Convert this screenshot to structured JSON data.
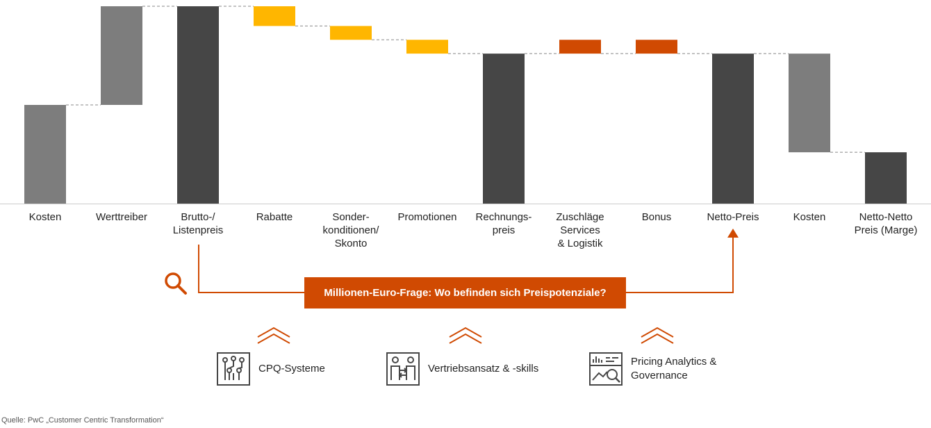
{
  "chart_data": {
    "type": "waterfall",
    "categories": [
      "Kosten",
      "Werttreiber",
      "Brutto-/\nListenpreis",
      "Rabatte",
      "Sonder-\nkonditionen/\nSkonto",
      "Promotionen",
      "Rechnungs-\npreis",
      "Zuschläge\nServices\n& Logistik",
      "Bonus",
      "Netto-Preis",
      "Kosten",
      "Netto-Netto\nPreis (Marge)"
    ],
    "bars": [
      {
        "start": 0,
        "end": 50,
        "kind": "change"
      },
      {
        "start": 50,
        "end": 100,
        "kind": "change"
      },
      {
        "start": 0,
        "end": 100,
        "kind": "total"
      },
      {
        "start": 100,
        "end": 90,
        "kind": "deduction"
      },
      {
        "start": 90,
        "end": 83,
        "kind": "deduction"
      },
      {
        "start": 83,
        "end": 76,
        "kind": "deduction"
      },
      {
        "start": 0,
        "end": 76,
        "kind": "total"
      },
      {
        "start": 76,
        "end": 83,
        "kind": "surcharge"
      },
      {
        "start": 76,
        "end": 83,
        "kind": "surcharge"
      },
      {
        "start": 0,
        "end": 76,
        "kind": "total"
      },
      {
        "start": 76,
        "end": 26,
        "kind": "change"
      },
      {
        "start": 0,
        "end": 26,
        "kind": "total"
      }
    ],
    "ylim": [
      0,
      100
    ],
    "colors": {
      "total": "#464646",
      "change": "#7d7d7d",
      "deduction": "#ffb600",
      "surcharge": "#d04a02"
    },
    "grid": false,
    "legend": "none"
  },
  "question": {
    "label": "Millionen-Euro-Frage: Wo befinden sich Preispotenziale?",
    "color": "#d04a02",
    "icon": "search-icon"
  },
  "tools": [
    {
      "label": "CPQ-Systeme",
      "icon": "circuit-icon"
    },
    {
      "label": "Vertriebsansatz & -skills",
      "icon": "people-exchange-icon"
    },
    {
      "label": "Pricing Analytics &\nGovernance",
      "icon": "analytics-icon"
    }
  ],
  "source": "Quelle: PwC „Customer Centric Transformation“"
}
